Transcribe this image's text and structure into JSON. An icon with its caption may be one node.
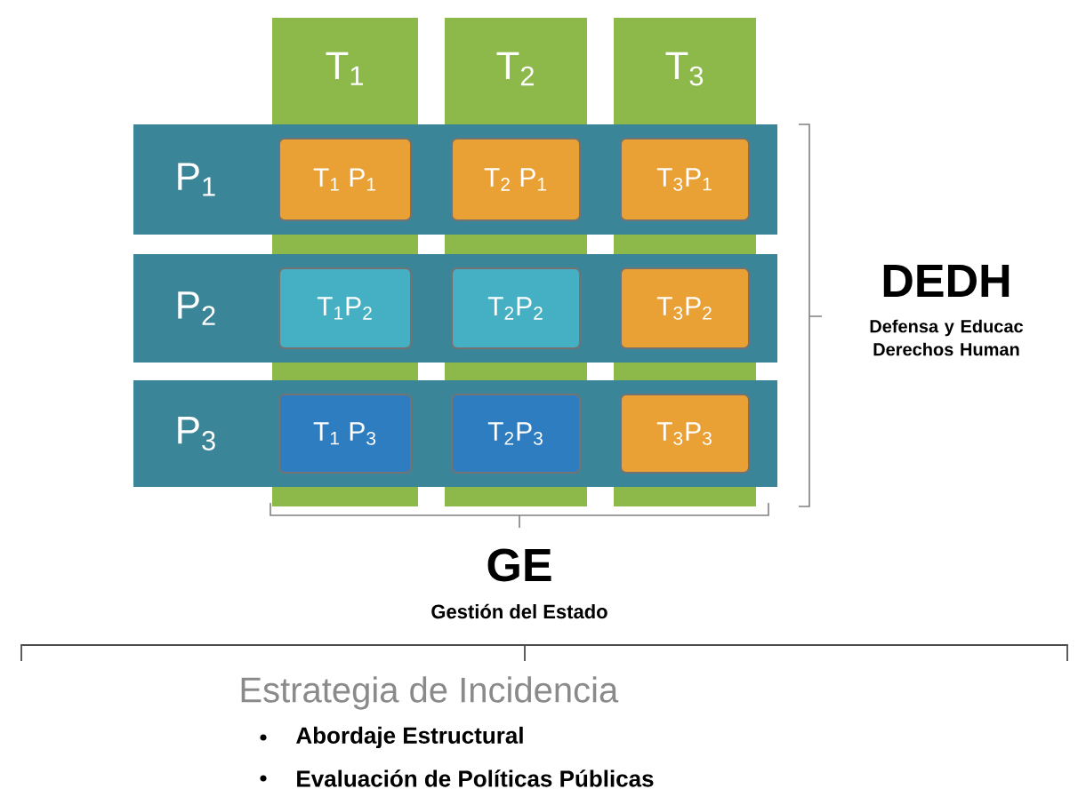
{
  "diagram": {
    "nodes": [
      {
        "text": [
          "T$_{1}$"
        ]
      },
      {
        "text": [
          "T$_{2}$"
        ]
      },
      {
        "text": [
          "T$_{3}$"
        ]
      },
      {
        "text": [
          "P$_{1}$"
        ]
      },
      {
        "text": [
          "P$_{2}$"
        ]
      },
      {
        "text": [
          "P$_{3}$"
        ]
      },
      {
        "text": [
          "T$_{1}$ P$_{1}$"
        ]
      },
      {
        "text": [
          "T$_{2}$ P$_{1}$"
        ]
      },
      {
        "text": [
          "T$_{3}$P$_{1}$"
        ]
      },
      {
        "text": [
          "T$_{1}$P$_{2}$"
        ]
      },
      {
        "text": [
          "T$_{2}$P$_{2}$"
        ]
      },
      {
        "text": [
          "T$_{3}$P$_{2}$"
        ]
      },
      {
        "text": [
          "T$_{1}$ P$_{3}$"
        ]
      },
      {
        "text": [
          "T$_{2}$P$_{3}$"
        ]
      },
      {
        "text": [
          "T$_{3}$P$_{3}$"
        ]
      }
    ],
    "labels": [
      "DEDH",
      "Defensa y Educac Derechos Human",
      "GE",
      "Gestión del Estado",
      "Estrategia de Incidencia",
      "Abordaje Estructural",
      "Evaluación de Políticas Públicas"
    ]
  }
}
